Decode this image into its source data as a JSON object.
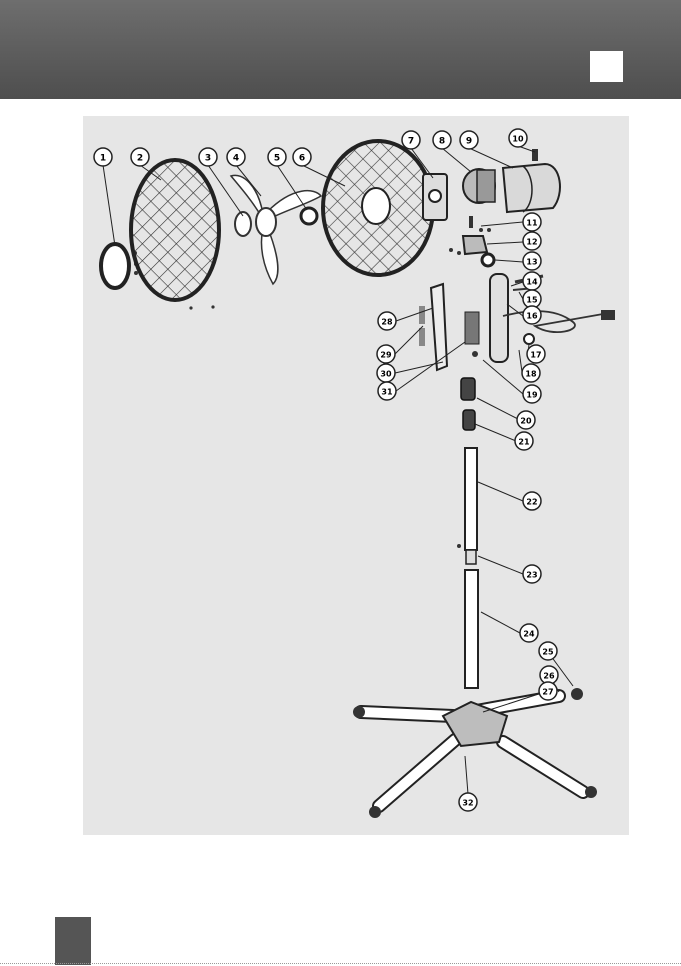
{
  "header": {
    "background": "#5a5a5a",
    "square_color": "#ffffff"
  },
  "diagram": {
    "background": "#e6e6e6",
    "callouts": [
      "1",
      "2",
      "3",
      "4",
      "5",
      "6",
      "7",
      "8",
      "9",
      "10",
      "11",
      "12",
      "13",
      "14",
      "15",
      "16",
      "17",
      "18",
      "19",
      "20",
      "21",
      "22",
      "23",
      "24",
      "25",
      "26",
      "27",
      "28",
      "29",
      "30",
      "31",
      "32"
    ]
  },
  "footer": {
    "tab_color": "#555555"
  }
}
